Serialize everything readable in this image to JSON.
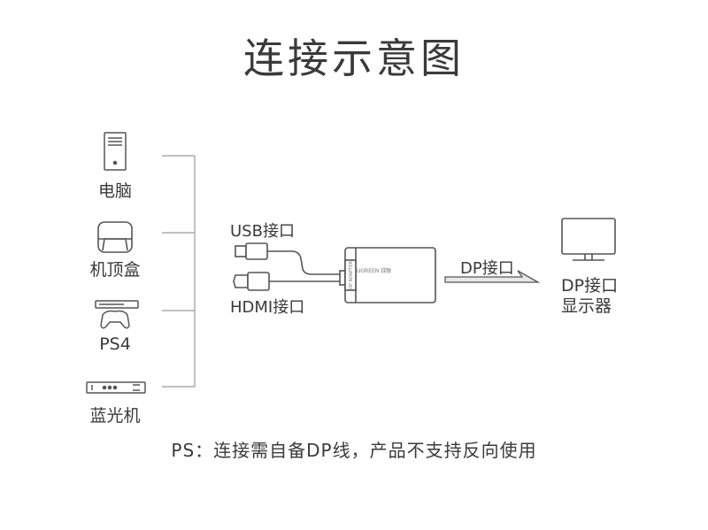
{
  "title": "连接示意图",
  "sources": [
    {
      "label": "电脑",
      "icon": "computer-tower-icon"
    },
    {
      "label": "机顶盒",
      "icon": "set-top-box-icon"
    },
    {
      "label": "PS4",
      "icon": "ps4-console-icon"
    },
    {
      "label": "蓝光机",
      "icon": "bluray-player-icon"
    }
  ],
  "ports": {
    "usb": "USB接口",
    "hdmi": "HDMI接口",
    "dp": "DP接口"
  },
  "adapter_brand": "UGREEN 绿联",
  "display": {
    "line1": "DP接口",
    "line2": "显示器",
    "icon": "monitor-icon"
  },
  "footnote": "PS：连接需自备DP线，产品不支持反向使用",
  "colors": {
    "stroke": "#555555",
    "text": "#3a3a3a",
    "arrow_fill": "#e8e8e8"
  }
}
